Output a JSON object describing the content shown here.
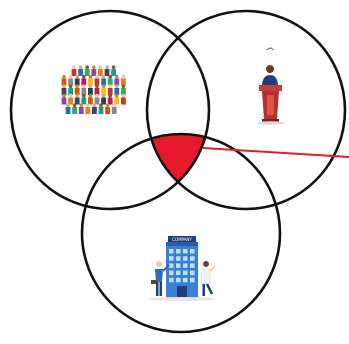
{
  "diagram": {
    "type": "venn",
    "sets": [
      {
        "icon": "crowd-icon"
      },
      {
        "icon": "speaker-podium-icon"
      },
      {
        "icon": "company-building-icon"
      }
    ],
    "highlight": {
      "region": "intersection-all-three",
      "color": "#e8192c"
    },
    "pointer": {
      "color": "#e8192c"
    },
    "outline_color": "#111111"
  },
  "company_icon": {
    "sign_text": "COMPANY",
    "building_color": "#3a7fd5",
    "accent_color": "#f2c9a0"
  }
}
